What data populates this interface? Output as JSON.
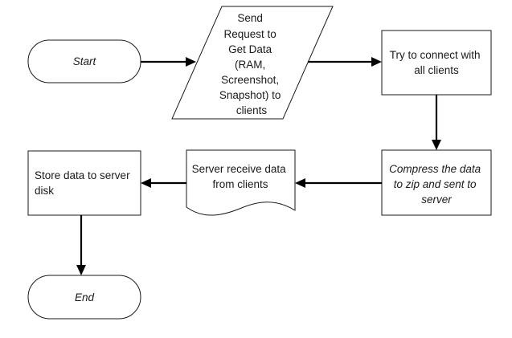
{
  "diagram": {
    "nodes": {
      "start": {
        "shape": "terminator",
        "lines": [
          "Start"
        ],
        "italic": true
      },
      "send_request": {
        "shape": "parallelogram",
        "lines": [
          "Send",
          "Request to",
          "Get Data",
          "(RAM,",
          "Screenshot,",
          "Snapshot) to",
          "clients"
        ],
        "italic": false
      },
      "connect": {
        "shape": "process",
        "lines": [
          "Try to connect with",
          "all clients"
        ],
        "italic": false
      },
      "compress": {
        "shape": "process",
        "lines": [
          "Compress the data",
          "to zip and sent to",
          "server"
        ],
        "italic": true
      },
      "receive": {
        "shape": "document",
        "lines": [
          "Server receive data",
          "from clients"
        ],
        "italic": false
      },
      "store": {
        "shape": "process",
        "lines": [
          "Store data to server",
          "disk"
        ],
        "italic": false
      },
      "end": {
        "shape": "terminator",
        "lines": [
          "End"
        ],
        "italic": true
      }
    },
    "edges": [
      {
        "from": "start",
        "to": "send_request"
      },
      {
        "from": "send_request",
        "to": "connect"
      },
      {
        "from": "connect",
        "to": "compress"
      },
      {
        "from": "compress",
        "to": "receive"
      },
      {
        "from": "receive",
        "to": "store"
      },
      {
        "from": "store",
        "to": "end"
      }
    ]
  }
}
